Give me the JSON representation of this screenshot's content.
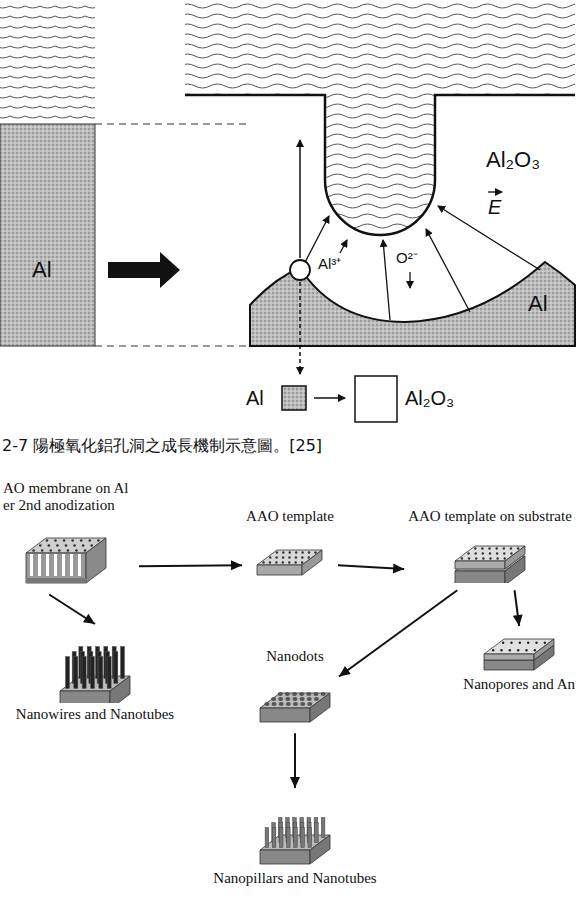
{
  "diagram": {
    "caption": "2-7 陽極氧化鋁孔洞之成長機制示意圖。[25]",
    "nodes": [
      {
        "text": [
          "AO membrane on Al er 2nd anodization"
        ]
      },
      {
        "text": [
          "AAO template"
        ]
      },
      {
        "text": [
          "AAO template on substrate"
        ]
      },
      {
        "text": [
          "Nanowires and Nanotubes"
        ]
      },
      {
        "text": [
          "Nanodots"
        ]
      },
      {
        "text": [
          "Nanopores and An"
        ]
      },
      {
        "text": [
          "Nanopillars and Nanotubes"
        ]
      }
    ],
    "edges": [
      {
        "from": 0,
        "to": 1,
        "arrow": "to"
      },
      {
        "from": 1,
        "to": 2,
        "arrow": "to"
      },
      {
        "from": 0,
        "to": 3,
        "arrow": "to"
      },
      {
        "from": 2,
        "to": 4,
        "arrow": "to"
      },
      {
        "from": 2,
        "to": 5,
        "arrow": "to"
      },
      {
        "from": 4,
        "to": 6,
        "arrow": "to"
      }
    ],
    "labels": [
      "Al",
      "Al₂O₃",
      "E",
      "Al³⁺",
      "O²⁻",
      "Al",
      "Al",
      "Al₂O₃"
    ]
  }
}
